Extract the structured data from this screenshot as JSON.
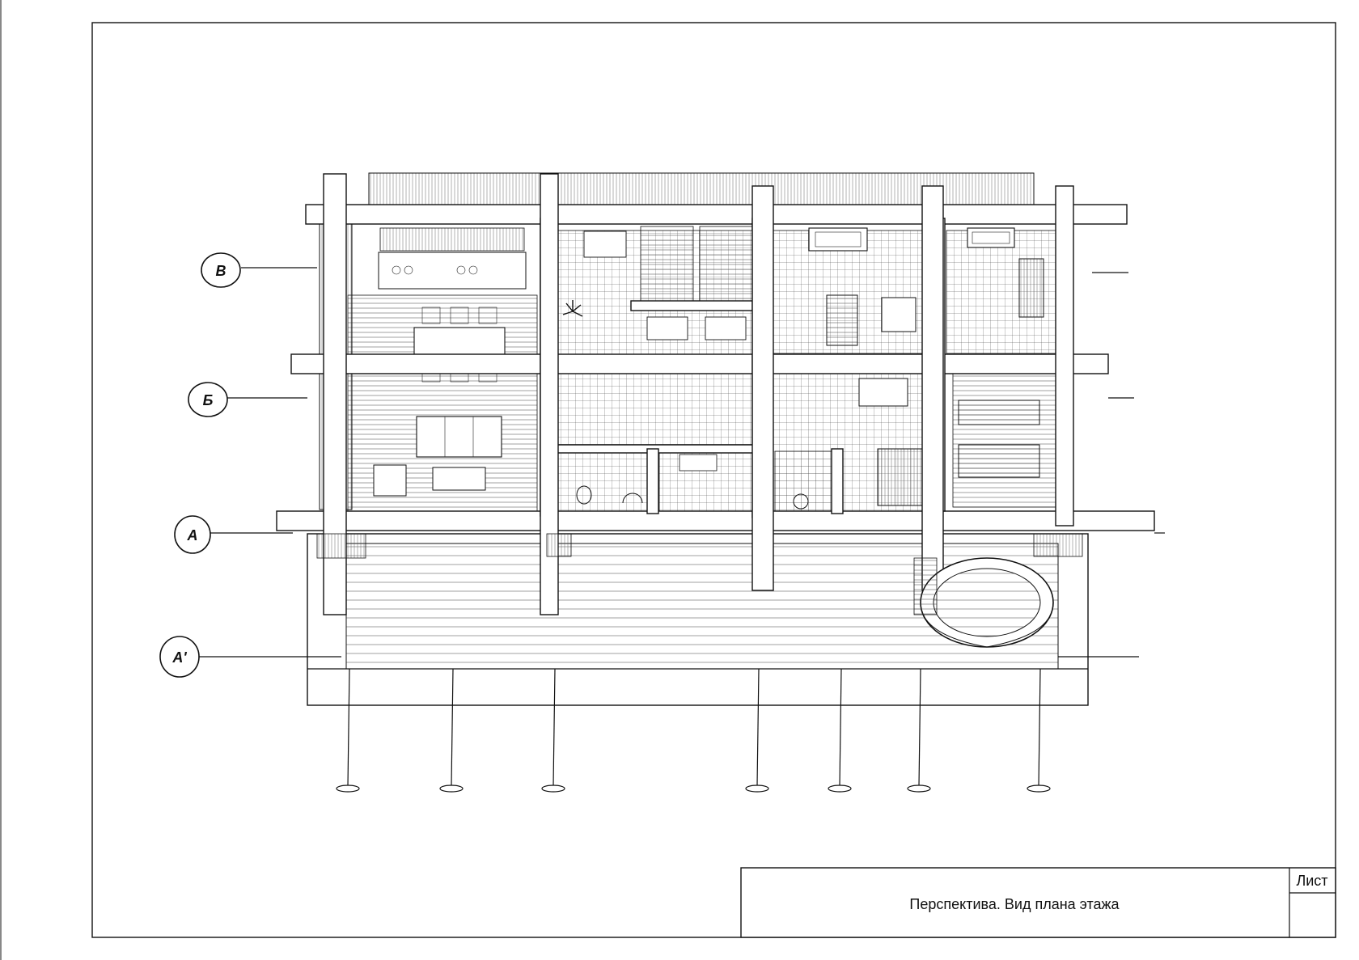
{
  "title_block": {
    "sheet_label": "Лист",
    "drawing_title": "Перспектива. Вид плана этажа"
  },
  "axes": {
    "rows": [
      "В",
      "Б",
      "А",
      "А'"
    ]
  },
  "icons": {
    "axis_marker": "circle-axis-marker-icon",
    "column_marker": "column-marker-icon"
  },
  "colors": {
    "line": "#111111",
    "paper": "#ffffff"
  }
}
